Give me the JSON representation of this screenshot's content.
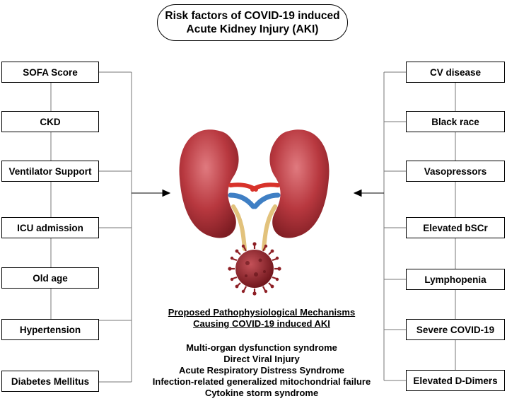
{
  "title": {
    "line1": "Risk factors of COVID-19 induced",
    "line2": "Acute Kidney Injury (AKI)"
  },
  "left_factors": [
    "SOFA Score",
    "CKD",
    "Ventilator Support",
    "ICU admission",
    "Old age",
    "Hypertension",
    "Diabetes Mellitus"
  ],
  "right_factors": [
    "CV disease",
    "Black race",
    "Vasopressors",
    "Elevated bSCr",
    "Lymphopenia",
    "Severe COVID-19",
    "Elevated D-Dimers"
  ],
  "mechanisms": {
    "heading_line1": "Proposed Pathophysiological Mechanisms",
    "heading_line2": "Causing COVID-19 induced AKI",
    "items": [
      "Multi-organ dysfunction syndrome",
      "Direct Viral Injury",
      "Acute Respiratory Distress Syndrome",
      "Infection-related generalized mitochondrial failure",
      "Cytokine storm syndrome"
    ]
  },
  "icons": [
    "kidney-illustration",
    "coronavirus-icon",
    "arrow-icon"
  ],
  "colors": {
    "kidney": "#b8383f",
    "artery": "#d8322a",
    "vein": "#3f7fc4",
    "ureter": "#e2c27c",
    "virus": "#8e1f25"
  }
}
